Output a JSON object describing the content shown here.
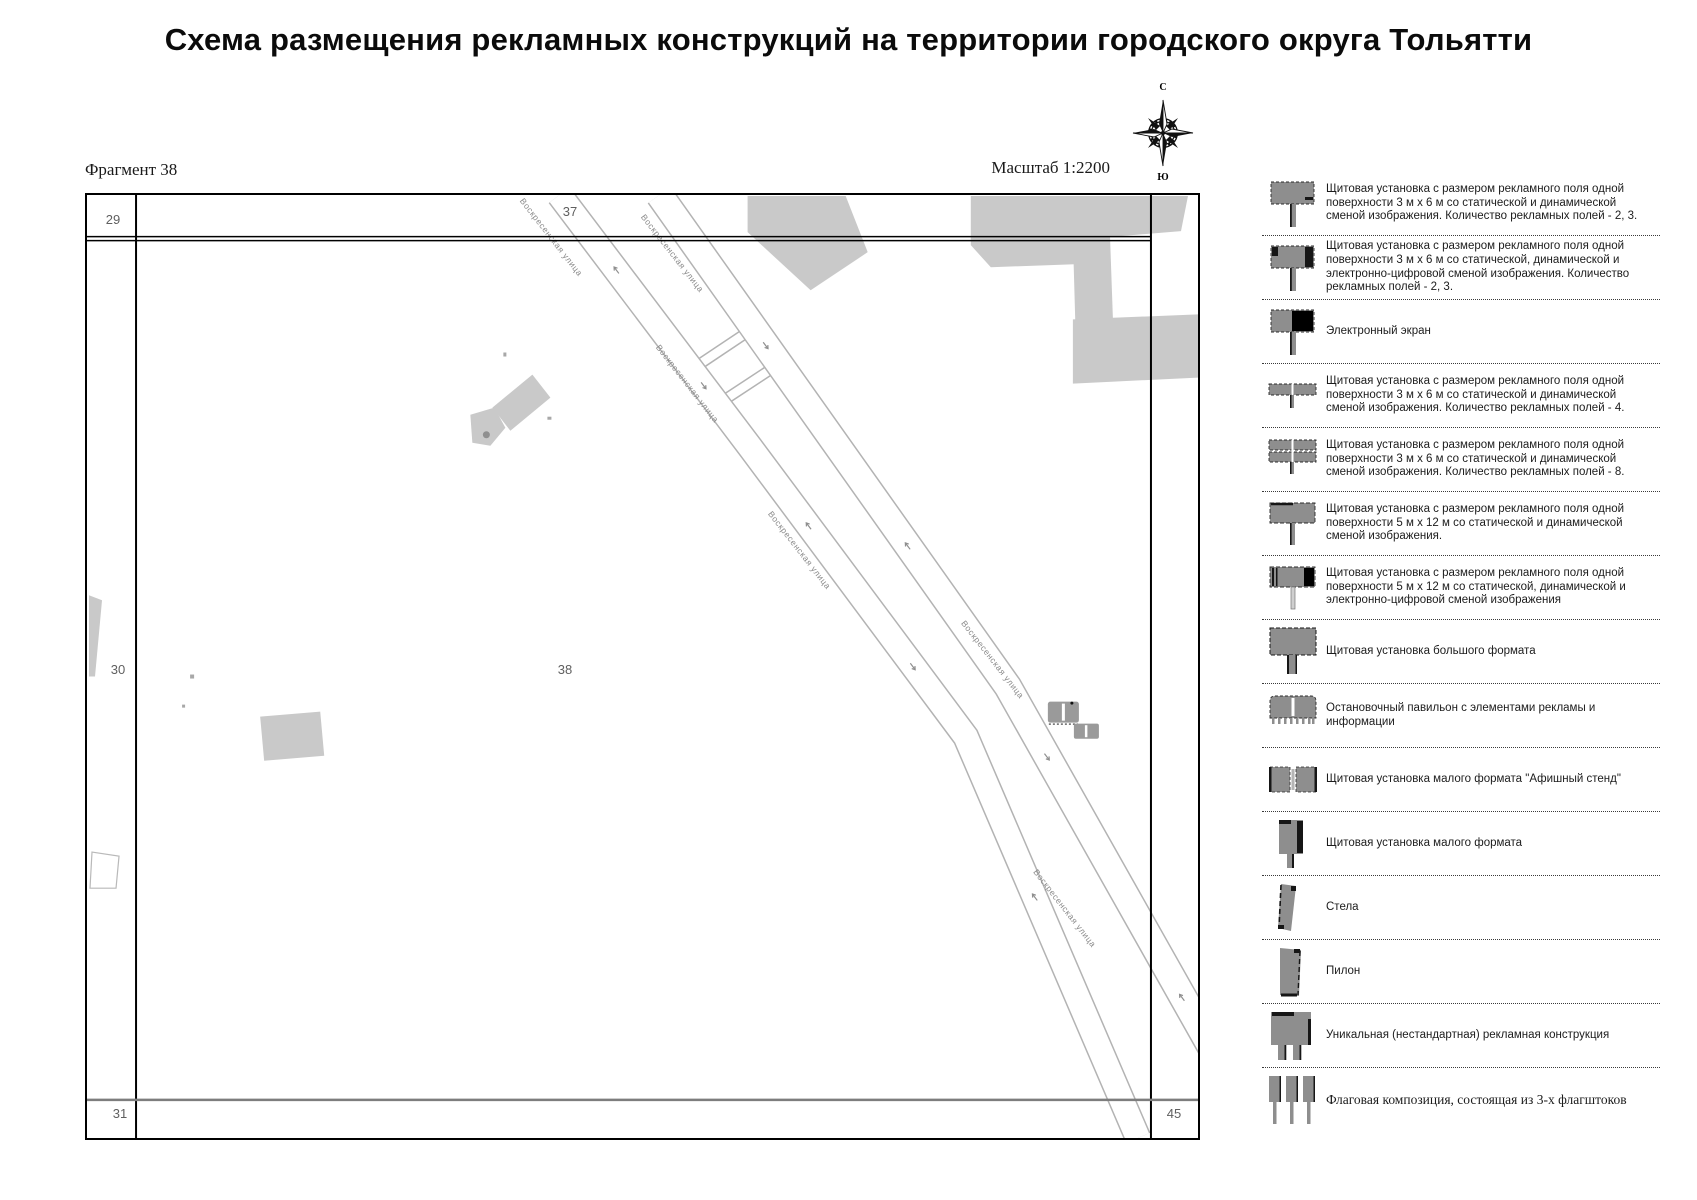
{
  "title": "Схема размещения рекламных конструкций на территории городского округа Тольятти",
  "header": {
    "fragment": "Фрагмент 38",
    "scale": "Масштаб 1:2200"
  },
  "compass": {
    "north_label": "С",
    "south_label": "Ю"
  },
  "map": {
    "grid_labels": [
      "29",
      "37",
      "30",
      "38",
      "31",
      "45"
    ],
    "street_name": "Воскресенская улица",
    "colors": {
      "building": "#c9c9c9",
      "road": "#b3b3b3",
      "grid_minor": "#7d7d7d",
      "grid_major": "#000000"
    }
  },
  "legend": {
    "items": [
      "Щитовая установка с размером рекламного поля одной поверхности 3 м х 6 м со статической и динамической сменой изображения. Количество рекламных полей - 2, 3.",
      "Щитовая установка с размером рекламного поля одной поверхности 3 м х 6 м со статической, динамической и электронно-цифровой сменой изображения. Количество рекламных полей - 2, 3.",
      "Электронный экран",
      "Щитовая установка с размером рекламного поля одной поверхности 3 м х 6 м со статической и динамической сменой изображения. Количество рекламных полей - 4.",
      "Щитовая установка с размером рекламного поля одной поверхности 3 м х 6 м со статической и динамической сменой изображения. Количество рекламных полей - 8.",
      "Щитовая установка с размером рекламного поля одной поверхности 5 м х 12 м со статической и динамической сменой изображения.",
      "Щитовая установка с размером рекламного поля одной поверхности 5 м х 12 м со статической, динамической и электронно-цифровой сменой изображения",
      "Щитовая установка большого формата",
      "Остановочный павильон с элементами рекламы и информации",
      "Щитовая установка малого формата \"Афишный стенд\"",
      "Щитовая установка малого формата",
      "Стела",
      "Пилон",
      "Уникальная (нестандартная) рекламная конструкция",
      "Флаговая композиция, состоящая из 3-х флагштоков"
    ]
  }
}
